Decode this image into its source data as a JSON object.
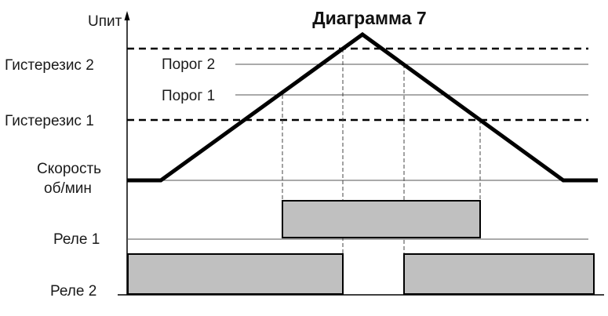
{
  "title": "Диаграмма 7",
  "axis": {
    "y_label": "Uпит"
  },
  "levels": {
    "hysteresis_2": "Гистерезис 2",
    "threshold_2": "Порог 2",
    "threshold_1": "Порог 1",
    "hysteresis_1": "Гистерезис 1",
    "speed_line1": "Скорость",
    "speed_line2": "об/мин"
  },
  "relays": {
    "relay_1": "Реле 1",
    "relay_2": "Реле 2"
  },
  "colors": {
    "signal": "#000000",
    "relay_fill": "#c0c0c0",
    "guide": "#555555"
  }
}
